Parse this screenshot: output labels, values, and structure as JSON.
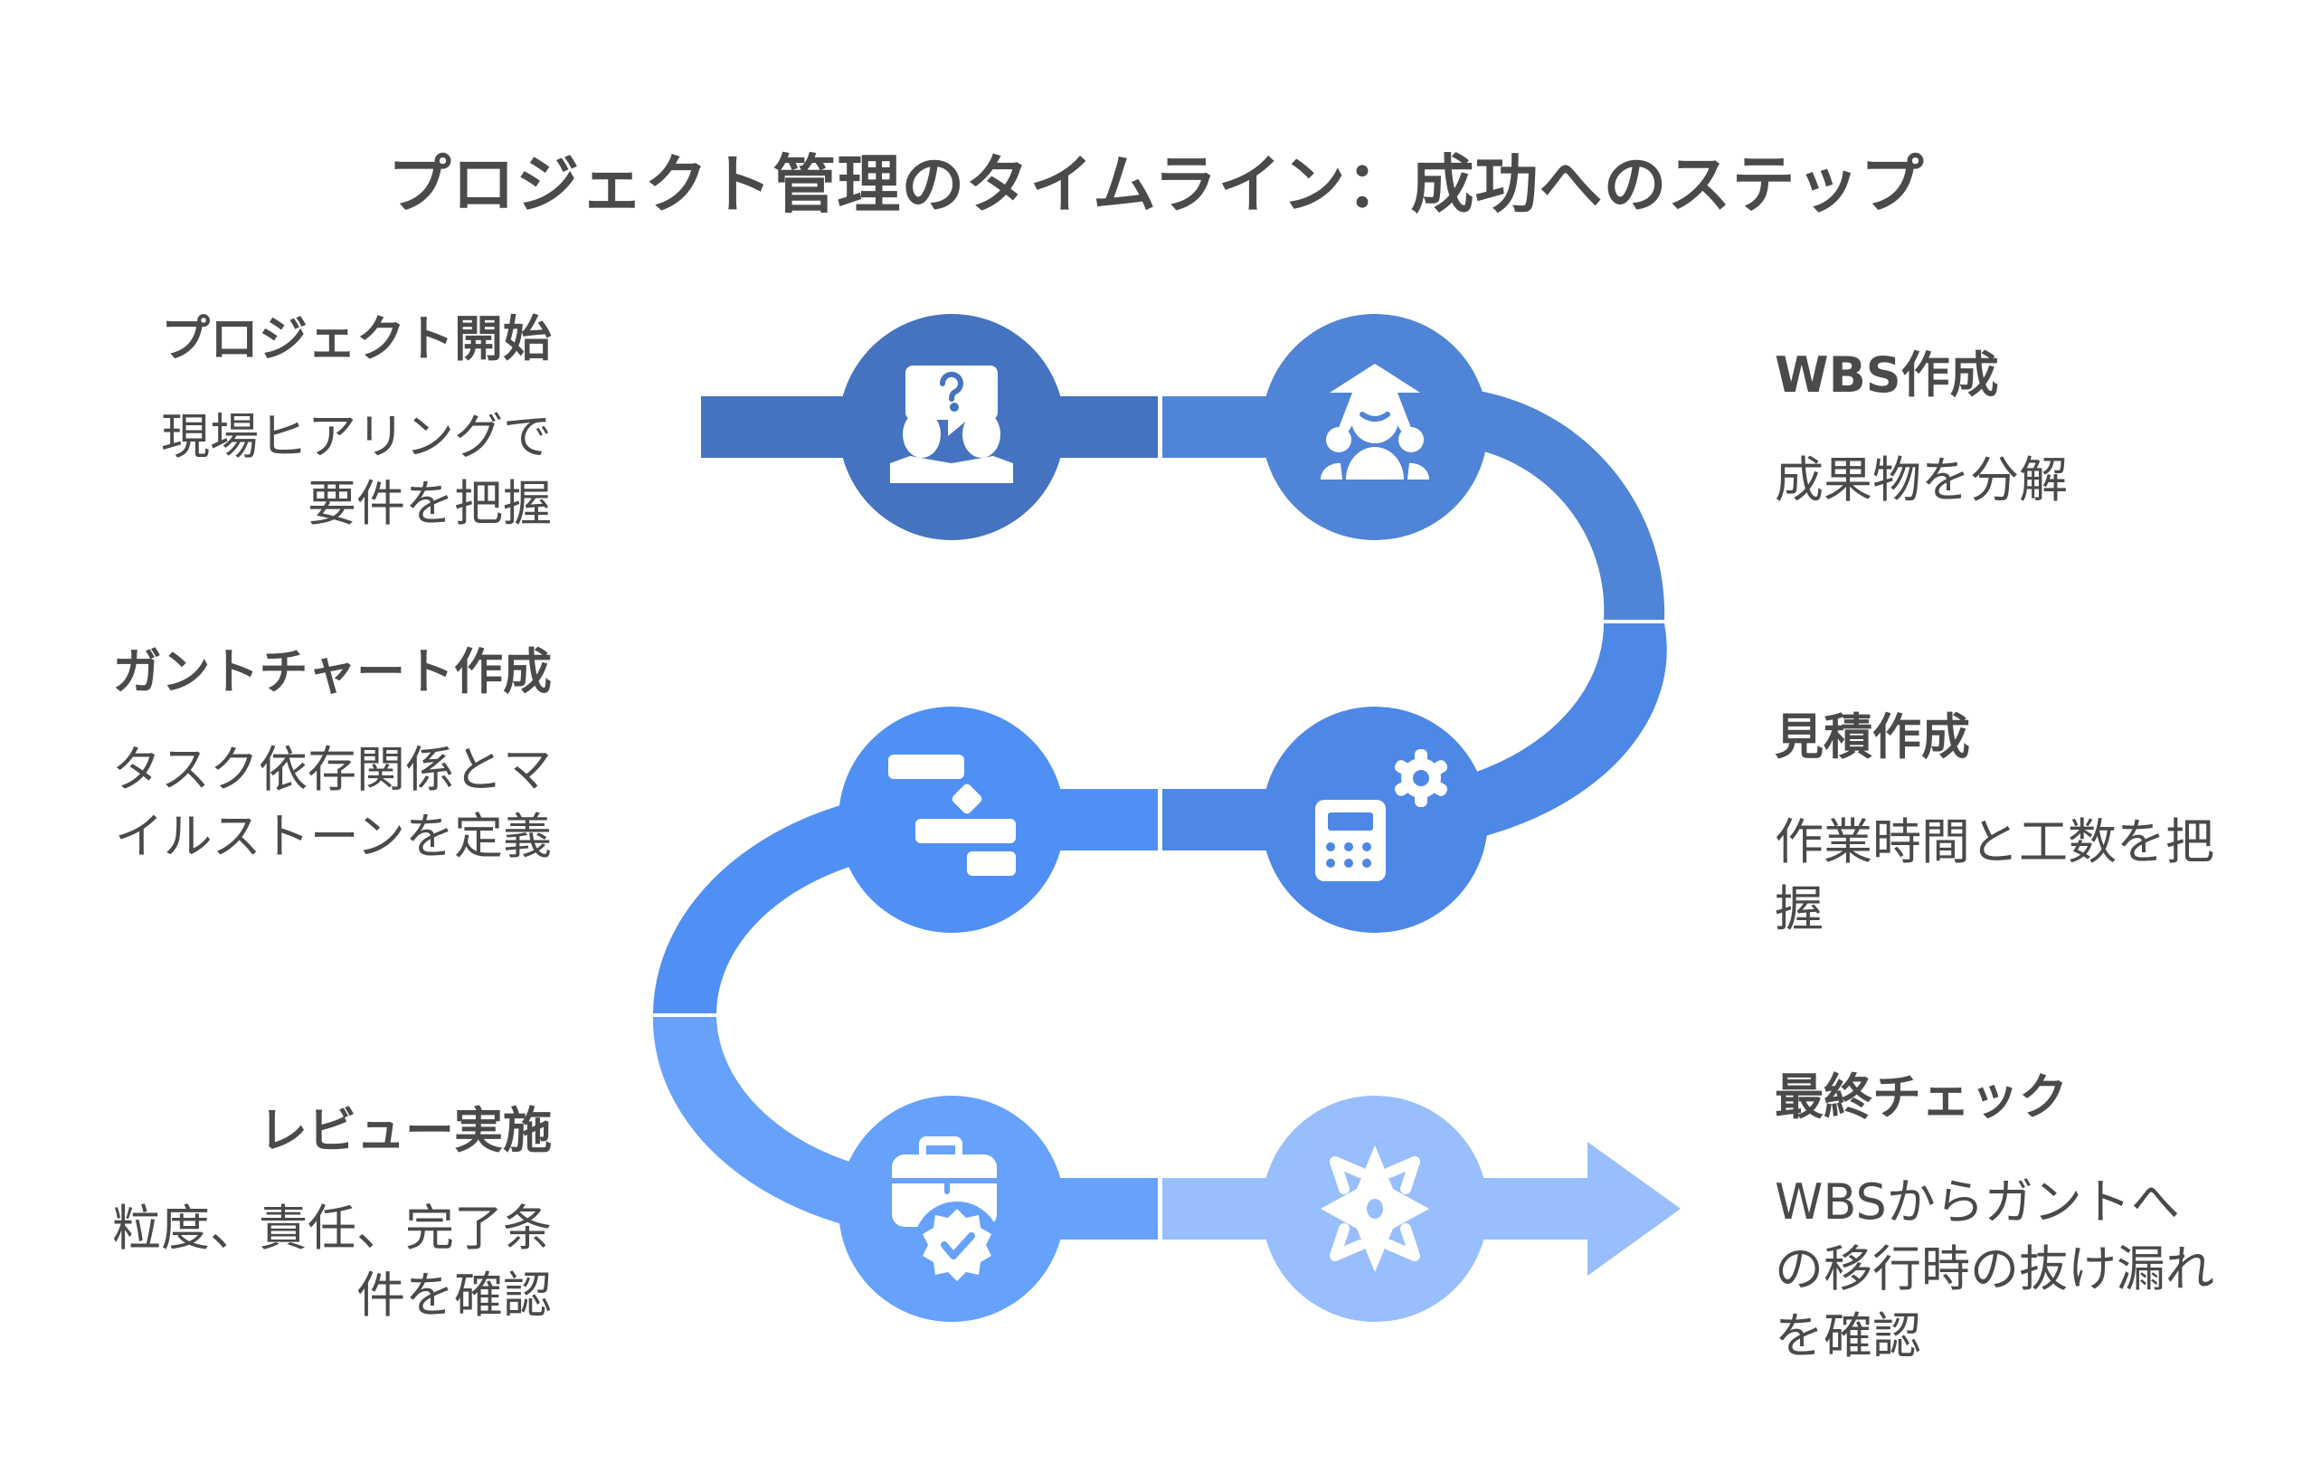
{
  "title": "プロジェクト管理のタイムライン：成功へのステップ",
  "colors": {
    "text": "#4a4a4a",
    "step1": "#4573c0",
    "step2": "#5084d6",
    "step3": "#4e88e6",
    "step4": "#5090f5",
    "step5": "#66a1fc",
    "step6": "#98befd"
  },
  "steps": [
    {
      "order": 1,
      "title": "プロジェクト開始",
      "description": "現場ヒアリングで要件を把握",
      "icon": "question-people-icon",
      "side": "left"
    },
    {
      "order": 2,
      "title": "WBS作成",
      "description": "成果物を分解",
      "icon": "team-leader-arrow-icon",
      "side": "right"
    },
    {
      "order": 3,
      "title": "見積作成",
      "description": "作業時間と工数を把握",
      "icon": "calculator-gear-icon",
      "side": "right"
    },
    {
      "order": 4,
      "title": "ガントチャート作成",
      "description": "タスク依存関係とマイルストーンを定義",
      "icon": "gantt-chart-icon",
      "side": "left"
    },
    {
      "order": 5,
      "title": "レビュー実施",
      "description": "粒度、責任、完了条件を確認",
      "icon": "briefcase-check-icon",
      "side": "left"
    },
    {
      "order": 6,
      "title": "最終チェック",
      "description": "WBSからガントへの移行時の抜け漏れを確認",
      "icon": "compass-star-icon",
      "side": "right"
    }
  ]
}
